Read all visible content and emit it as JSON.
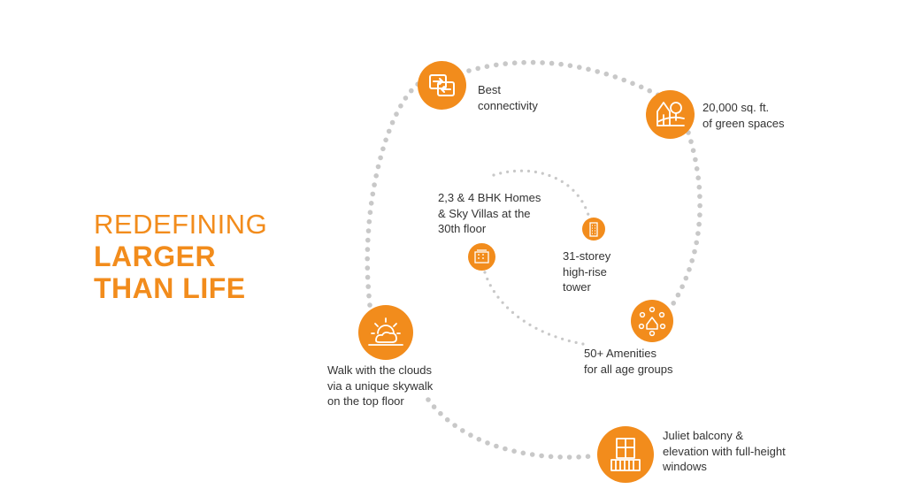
{
  "headline": {
    "line1": "REDEFINING",
    "line2": "LARGER",
    "line3": "THAN LIFE"
  },
  "accent_color": "#f28c1c",
  "dot_color": "#c8c8c8",
  "features": [
    {
      "label": "Best\nconnectivity",
      "icon": "connectivity-arrows-icon"
    },
    {
      "label": "20,000 sq. ft.\nof green spaces",
      "icon": "trees-landscape-icon"
    },
    {
      "label": "31-storey\nhigh-rise\ntower",
      "icon": "tower-building-icon"
    },
    {
      "label": "2,3 & 4 BHK Homes\n& Sky Villas at the\n30th floor",
      "icon": "apartment-building-icon"
    },
    {
      "label": "50+ Amenities\nfor all age groups",
      "icon": "amenities-network-icon"
    },
    {
      "label": "Walk with the clouds\nvia a unique skywalk\non the top floor",
      "icon": "sun-cloud-skywalk-icon"
    },
    {
      "label": "Juliet balcony &\nelevation with full-height\nwindows",
      "icon": "balcony-window-icon"
    }
  ]
}
